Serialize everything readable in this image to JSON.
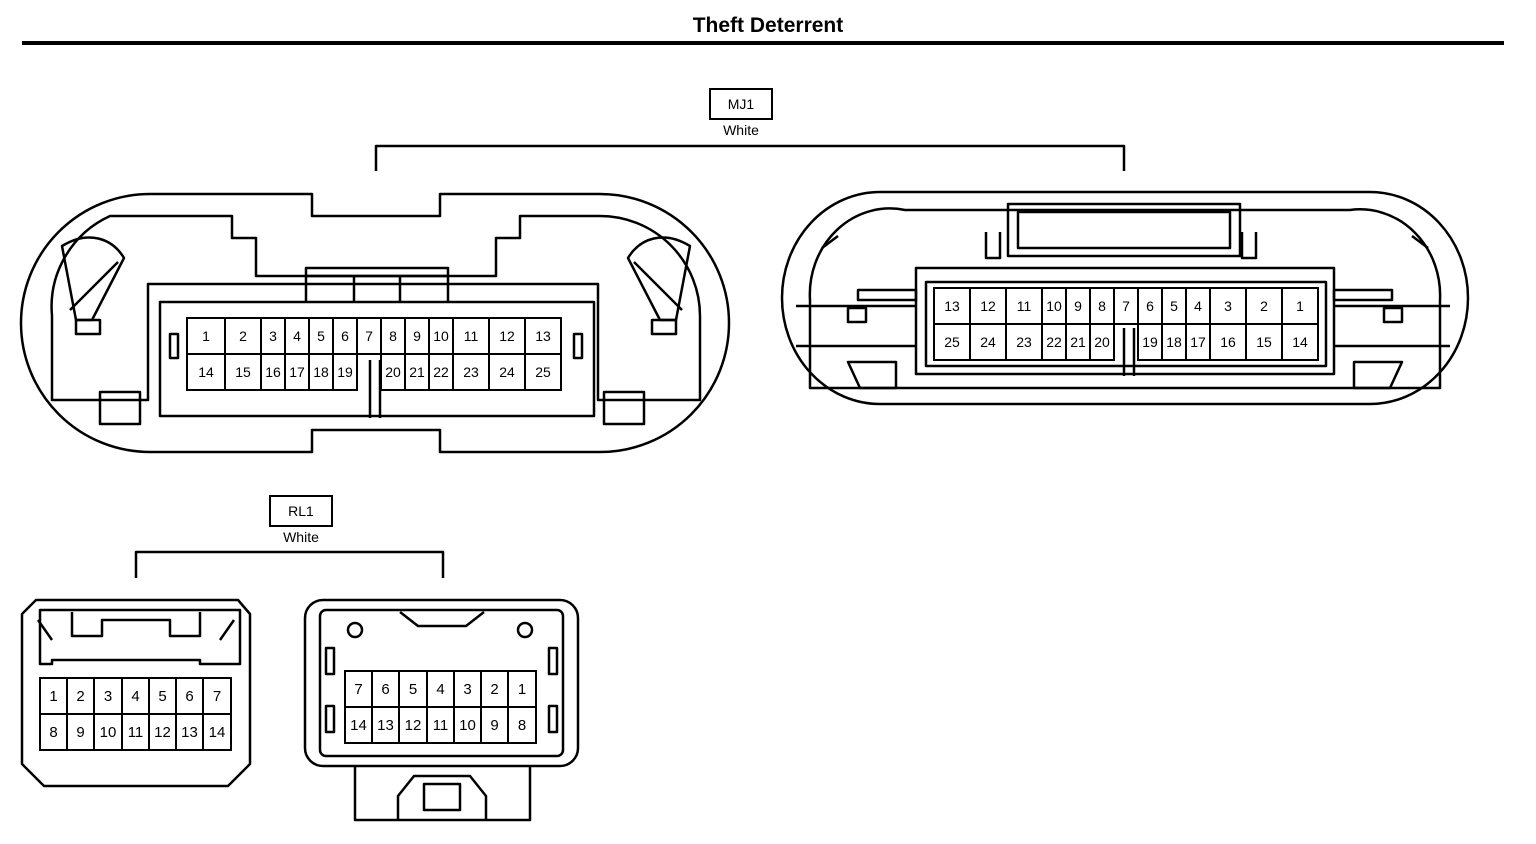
{
  "title": "Theft Deterrent",
  "connectors": [
    {
      "id": "MJ1",
      "color": "White",
      "views": [
        {
          "rows": [
            [
              "1",
              "2",
              "3",
              "4",
              "5",
              "6",
              "7",
              "8",
              "9",
              "10",
              "11",
              "12",
              "13"
            ],
            [
              "14",
              "15",
              "16",
              "17",
              "18",
              "19",
              "",
              "20",
              "21",
              "22",
              "23",
              "24",
              "25"
            ]
          ]
        },
        {
          "rows": [
            [
              "13",
              "12",
              "11",
              "10",
              "9",
              "8",
              "7",
              "6",
              "5",
              "4",
              "3",
              "2",
              "1"
            ],
            [
              "25",
              "24",
              "23",
              "22",
              "21",
              "20",
              "",
              "19",
              "18",
              "17",
              "16",
              "15",
              "14"
            ]
          ]
        }
      ]
    },
    {
      "id": "RL1",
      "color": "White",
      "views": [
        {
          "rows": [
            [
              "1",
              "2",
              "3",
              "4",
              "5",
              "6",
              "7"
            ],
            [
              "8",
              "9",
              "10",
              "11",
              "12",
              "13",
              "14"
            ]
          ]
        },
        {
          "rows": [
            [
              "7",
              "6",
              "5",
              "4",
              "3",
              "2",
              "1"
            ],
            [
              "14",
              "13",
              "12",
              "11",
              "10",
              "9",
              "8"
            ]
          ]
        }
      ]
    }
  ]
}
